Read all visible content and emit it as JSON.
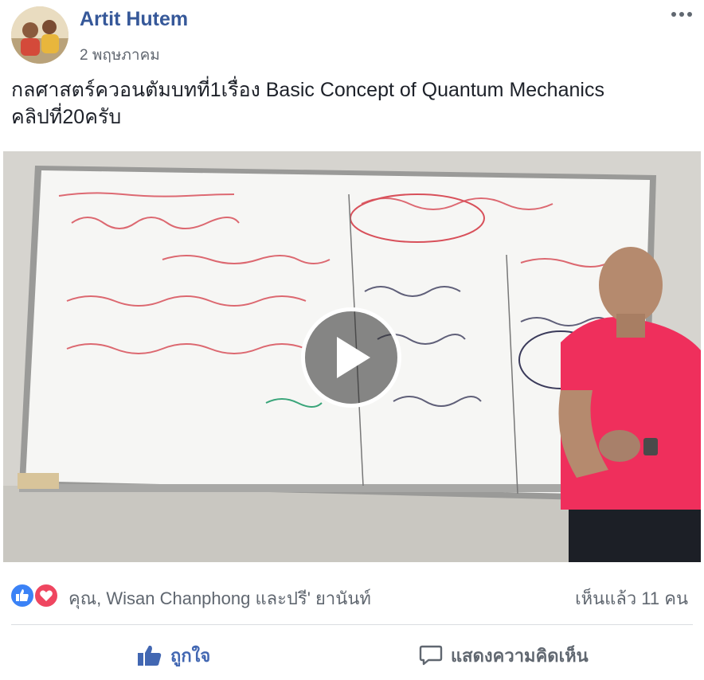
{
  "post": {
    "author": "Artit Hutem",
    "date": "2 พฤษภาคม",
    "caption_line1": "กลศาสตร์ควอนตัมบทที่1เรื่อง Basic Concept of Quantum Mechanics",
    "caption_line2": "คลิปที่20ครับ"
  },
  "reactions": {
    "names": "คุณ, Wisan Chanphong และปรี' ยานันท์",
    "views": "เห็นแล้ว 11 คน",
    "icons": [
      "like-icon",
      "love-icon"
    ]
  },
  "actions": {
    "like_label": "ถูกใจ",
    "comment_label": "แสดงความคิดเห็น"
  },
  "colors": {
    "author": "#365899",
    "like_blue": "#4267b2",
    "love_red": "#ef4660",
    "muted": "#606770"
  }
}
